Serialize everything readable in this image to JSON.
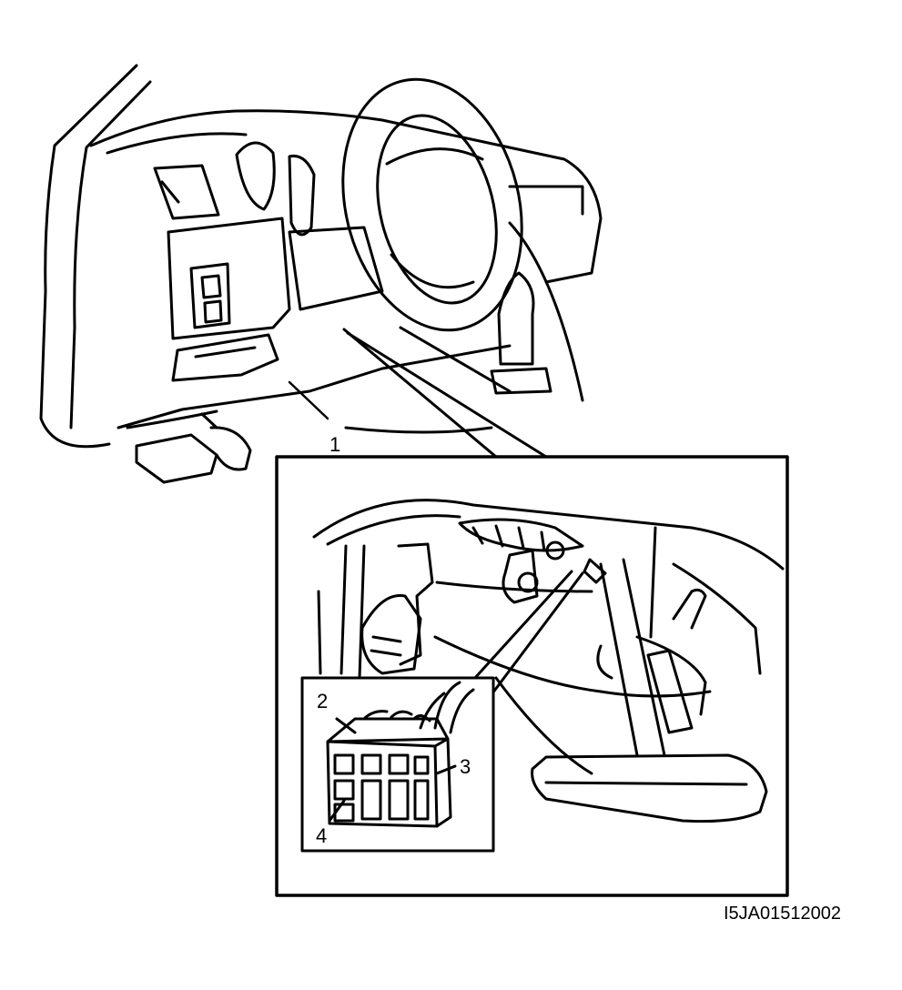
{
  "figure": {
    "callouts": {
      "c1": "1",
      "c2": "2",
      "c3": "3",
      "c4": "4"
    },
    "reference_code": "I5JA01512002"
  },
  "colors": {
    "line": "#000000",
    "background": "#ffffff"
  }
}
